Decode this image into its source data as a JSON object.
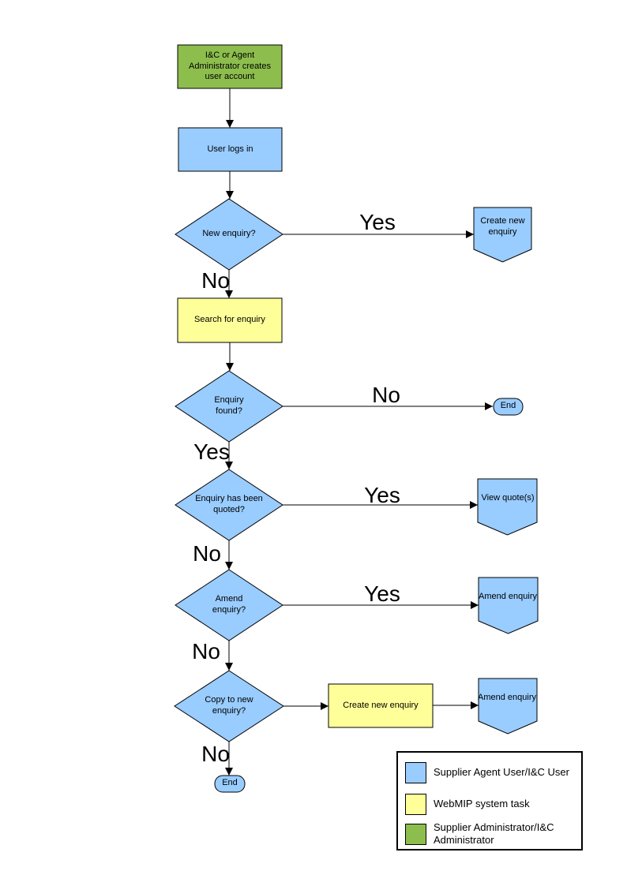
{
  "colors": {
    "user_task_fill": "#99CCFF",
    "system_task_fill": "#FFFF99",
    "admin_task_fill": "#8DBE4D",
    "shape_border": "#000000"
  },
  "nodes": {
    "create_account": {
      "label": "I&C or Agent Administrator creates user account"
    },
    "user_logs_in": {
      "label": "User logs in"
    },
    "new_enquiry": {
      "label": "New enquiry?"
    },
    "create_new_enquiry_top": {
      "label": "Create new enquiry"
    },
    "search_for_enquiry": {
      "label": "Search for enquiry"
    },
    "enquiry_found": {
      "label": "Enquiry found?"
    },
    "end_enquiry_not_found": {
      "label": "End"
    },
    "enquiry_quoted": {
      "label": "Enquiry has been quoted?"
    },
    "view_quotes": {
      "label": "View quote(s)"
    },
    "amend_enquiry_question": {
      "label": "Amend enquiry?"
    },
    "amend_enquiry_right": {
      "label": "Amend enquiry"
    },
    "copy_to_new_enquiry": {
      "label": "Copy to new enquiry?"
    },
    "create_new_enquiry_bottom": {
      "label": "Create new enquiry"
    },
    "amend_enquiry_bottom": {
      "label": "Amend enquiry"
    },
    "end_bottom": {
      "label": "End"
    }
  },
  "edge_labels": {
    "new_enquiry_yes": "Yes",
    "new_enquiry_no": "No",
    "enquiry_found_no": "No",
    "enquiry_found_yes": "Yes",
    "enquiry_quoted_yes": "Yes",
    "enquiry_quoted_no": "No",
    "amend_enquiry_yes": "Yes",
    "amend_enquiry_no": "No",
    "copy_to_new_no": "No"
  },
  "legend": {
    "items": [
      {
        "color": "#99CCFF",
        "label": "Supplier Agent User/I&C User"
      },
      {
        "color": "#FFFF99",
        "label": "WebMIP system task"
      },
      {
        "color": "#8DBE4D",
        "label": "Supplier Administrator/I&C Administrator"
      }
    ]
  }
}
